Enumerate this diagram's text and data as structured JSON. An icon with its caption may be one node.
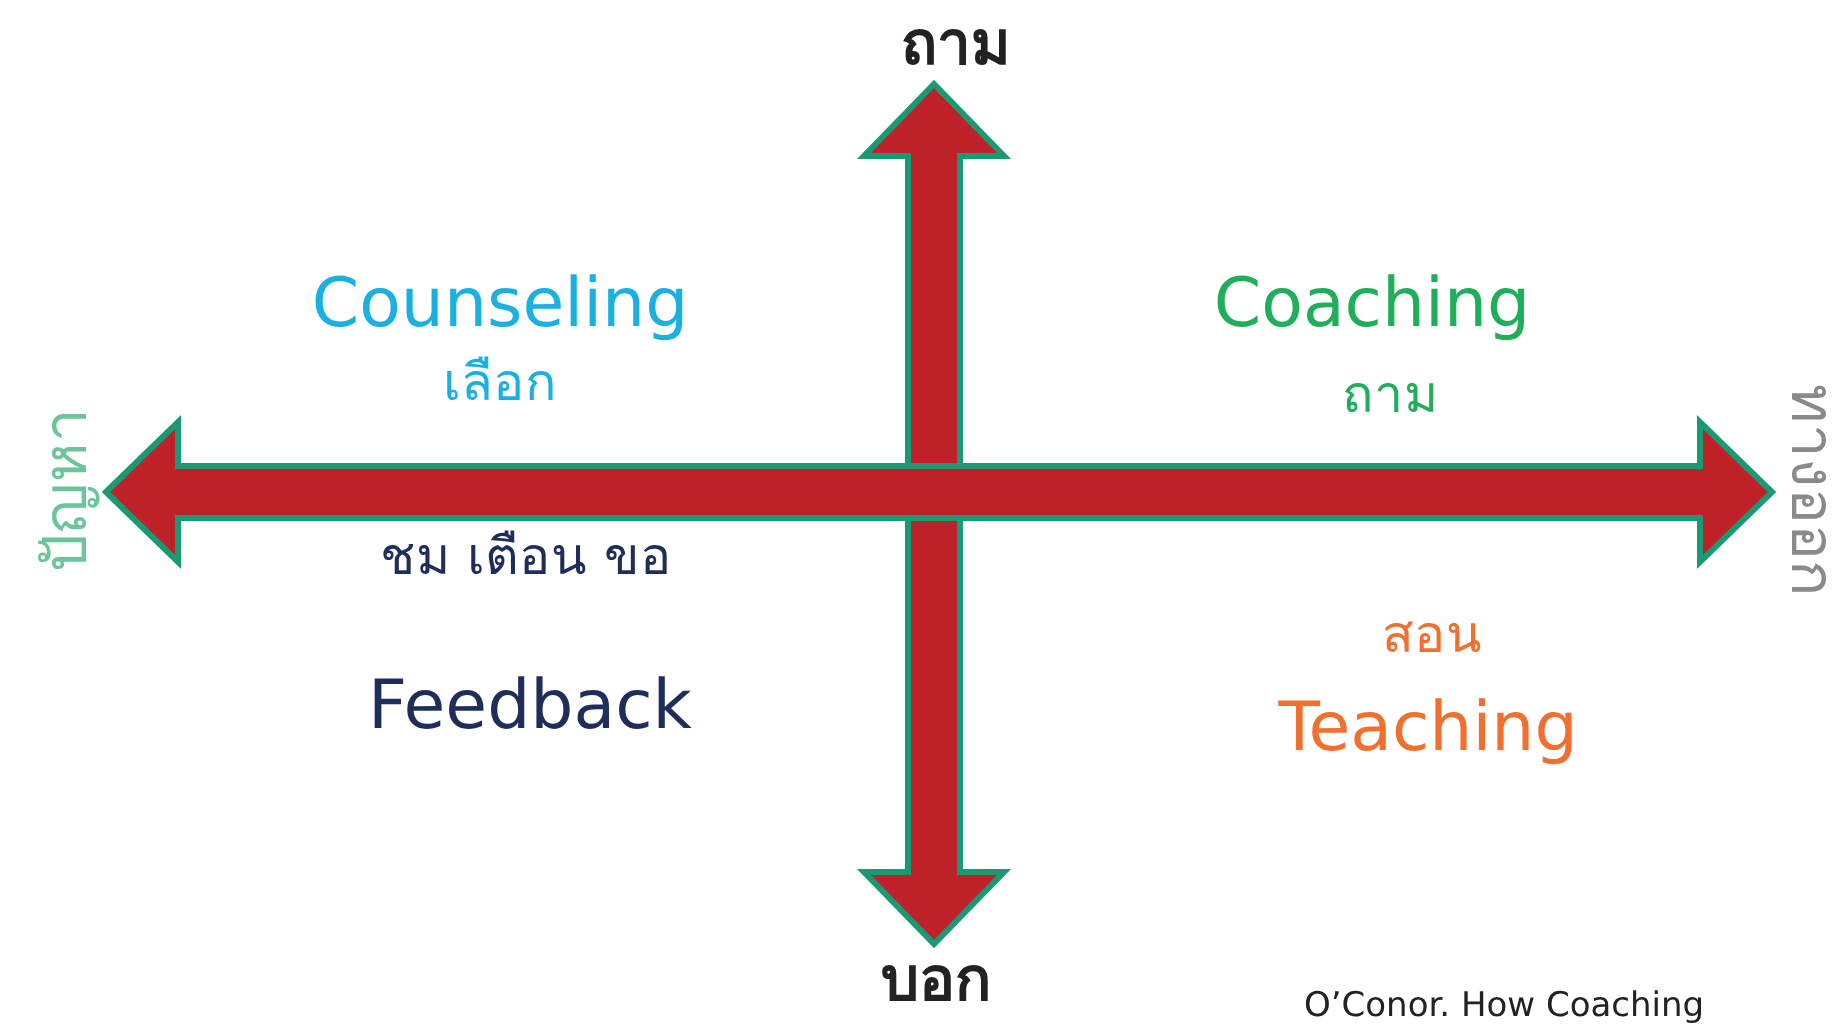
{
  "diagram": {
    "nodes": [
      {
        "text": [
          "ถาม"
        ]
      },
      {
        "text": [
          "ปัญหา"
        ]
      },
      {
        "text": [
          "ทางออก"
        ]
      },
      {
        "text": [
          "บอก"
        ]
      }
    ],
    "edges": [
      {
        "from": 0,
        "to": 3,
        "arrow": "both"
      },
      {
        "from": 1,
        "to": 2,
        "arrow": "both"
      }
    ],
    "labels": [
      "Counseling",
      "เลือก",
      "Coaching",
      "ถาม",
      "ชม เตือน ขอ",
      "Feedback",
      "สอน",
      "Teaching",
      "O’Conor. How Coaching"
    ]
  }
}
